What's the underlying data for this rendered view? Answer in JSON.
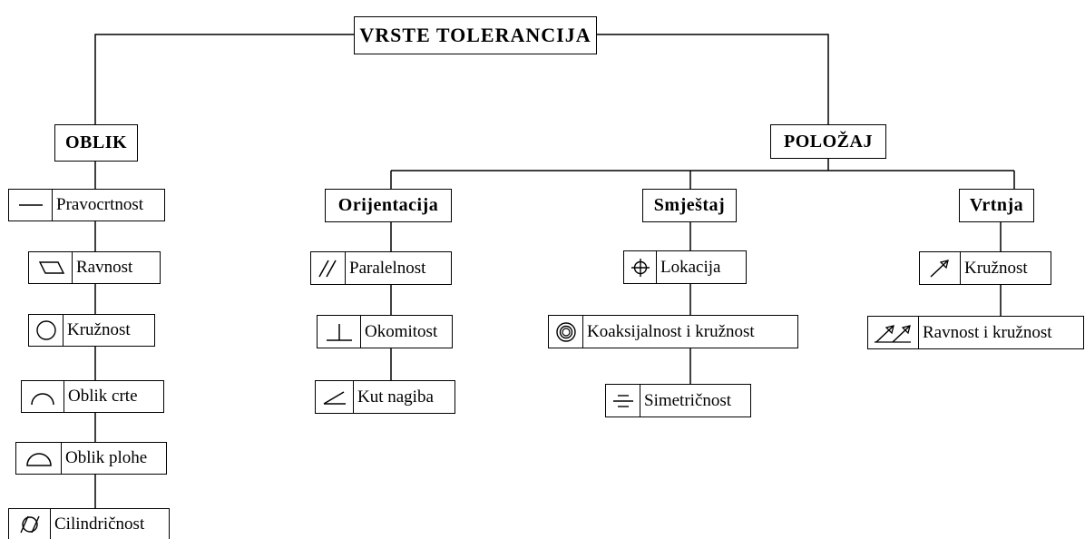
{
  "title": "VRSTE TOLERANCIJA",
  "categories": {
    "oblik": "OBLIK",
    "polozaj": "POLOŽAJ"
  },
  "subcategories": {
    "orijentacija": "Orijentacija",
    "smjestaj": "Smještaj",
    "vrtnja": "Vrtnja"
  },
  "oblik_items": [
    {
      "label": "Pravocrtnost",
      "icon": "straightness-icon"
    },
    {
      "label": "Ravnost",
      "icon": "flatness-icon"
    },
    {
      "label": "Kružnost",
      "icon": "circularity-icon"
    },
    {
      "label": "Oblik crte",
      "icon": "line-profile-icon"
    },
    {
      "label": "Oblik plohe",
      "icon": "surface-profile-icon"
    },
    {
      "label": "Cilindričnost",
      "icon": "cylindricity-icon"
    }
  ],
  "orijentacija_items": [
    {
      "label": "Paralelnost",
      "icon": "parallelism-icon"
    },
    {
      "label": "Okomitost",
      "icon": "perpendicularity-icon"
    },
    {
      "label": "Kut nagiba",
      "icon": "angularity-icon"
    }
  ],
  "smjestaj_items": [
    {
      "label": "Lokacija",
      "icon": "position-icon"
    },
    {
      "label": "Koaksijalnost i kružnost",
      "icon": "concentricity-icon"
    },
    {
      "label": "Simetričnost",
      "icon": "symmetry-icon"
    }
  ],
  "vrtnja_items": [
    {
      "label": "Kružnost",
      "icon": "circular-runout-icon"
    },
    {
      "label": "Ravnost i kružnost",
      "icon": "total-runout-icon"
    }
  ]
}
